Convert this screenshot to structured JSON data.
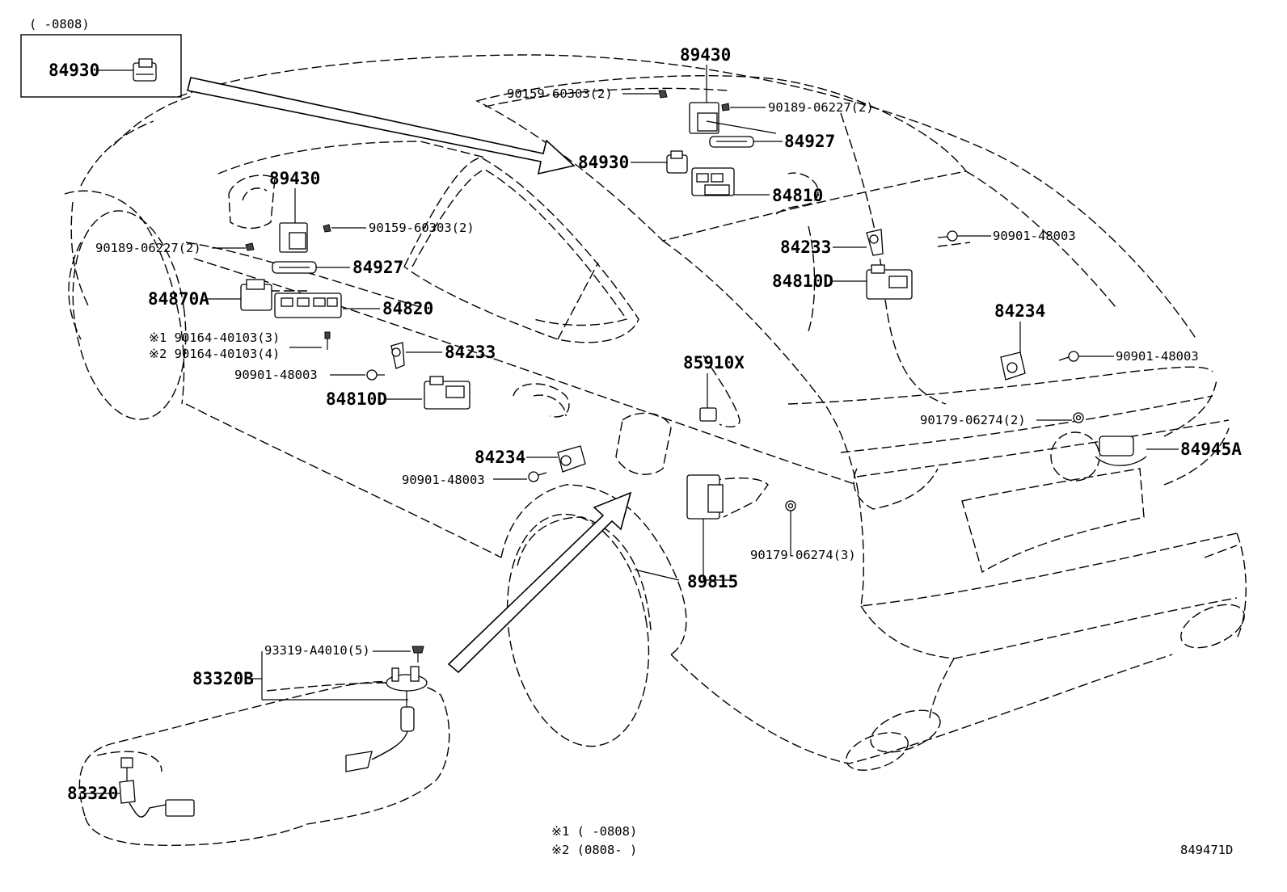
{
  "diagram": {
    "inset_note": "(     -0808)",
    "labels": {
      "inset_84930": "84930",
      "p89430_top": "89430",
      "s90159_top": "90159-60303(2)",
      "s90189_top": "90189-06227(2)",
      "p84927_top": "84927",
      "p84930_mid": "84930",
      "p84810": "84810",
      "p89430_left": "89430",
      "s90159_left": "90159-60303(2)",
      "s90189_left": "90189-06227(2)",
      "p84927_left": "84927",
      "p84870A": "84870A",
      "p84820": "84820",
      "s90164_1": "※1 90164-40103(3)",
      "s90164_2": "※2 90164-40103(4)",
      "p84233_left": "84233",
      "s90901_left": "90901-48003",
      "p84810D_left": "84810D",
      "p84234_left": "84234",
      "s90901_left2": "90901-48003",
      "p84233_right": "84233",
      "s90901_right": "90901-48003",
      "p84810D_right": "84810D",
      "p84234_right": "84234",
      "s90901_right2": "90901-48003",
      "p85910X": "85910X",
      "s90179_2": "90179-06274(2)",
      "p84945A": "84945A",
      "s90179_3": "90179-06274(3)",
      "p89815": "89815",
      "s93319": "93319-A4010(5)",
      "p83320B": "83320B",
      "p83320": "83320"
    },
    "footnotes": {
      "note1": "※1 (      -0808)",
      "note2": "※2 (0808-      )"
    },
    "code": "849471D"
  }
}
